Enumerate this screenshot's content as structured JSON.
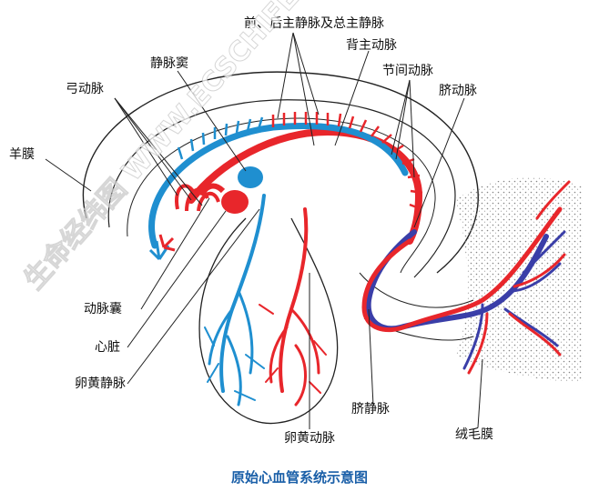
{
  "labels": {
    "veins_anterior_posterior": "前、后主静脉及总主静脉",
    "dorsal_aorta": "背主动脉",
    "venous_sinus": "静脉窦",
    "intersegmental_artery": "节间动脉",
    "aortic_arches": "弓动脉",
    "umbilical_artery": "脐动脉",
    "amnion": "羊膜",
    "aortic_sac": "动脉囊",
    "heart": "心脏",
    "vitelline_vein": "卵黄静脉",
    "umbilical_vein": "脐静脉",
    "vitelline_artery": "卵黄动脉",
    "chorion": "绒毛膜"
  },
  "caption": "原始心血管系统示意图",
  "watermark": "生命经纬图 WWW.ECSCHIFE.COM",
  "colors": {
    "artery": "#e8262b",
    "vein": "#1f8fd0",
    "umbilical_vein": "#3a3ea8",
    "line": "#222222",
    "caption": "#1a5fa8"
  }
}
